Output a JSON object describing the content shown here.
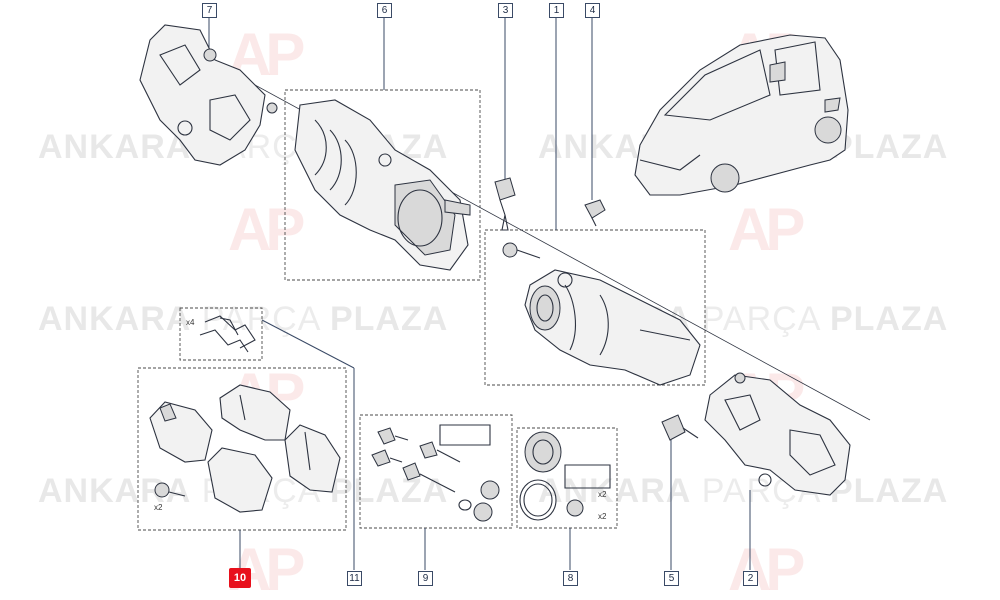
{
  "watermark": {
    "text_main": "ANKARA",
    "text_light": "PARÇA",
    "text_bold": "PLAZA",
    "logo": "AP"
  },
  "callouts": [
    {
      "id": "1",
      "label": "1"
    },
    {
      "id": "2",
      "label": "2"
    },
    {
      "id": "3",
      "label": "3"
    },
    {
      "id": "4",
      "label": "4"
    },
    {
      "id": "5",
      "label": "5"
    },
    {
      "id": "6",
      "label": "6"
    },
    {
      "id": "7",
      "label": "7"
    },
    {
      "id": "8",
      "label": "8"
    },
    {
      "id": "9",
      "label": "9"
    },
    {
      "id": "10",
      "label": "10",
      "highlighted": true
    },
    {
      "id": "11",
      "label": "11"
    }
  ],
  "multipliers": {
    "clips": "x4",
    "pad_bolts": "x2",
    "seal_kit_a": "x2",
    "seal_kit_b": "x2"
  },
  "colors": {
    "line": "#3a4a66",
    "highlight": "#e8101c",
    "watermark": "#969696"
  }
}
